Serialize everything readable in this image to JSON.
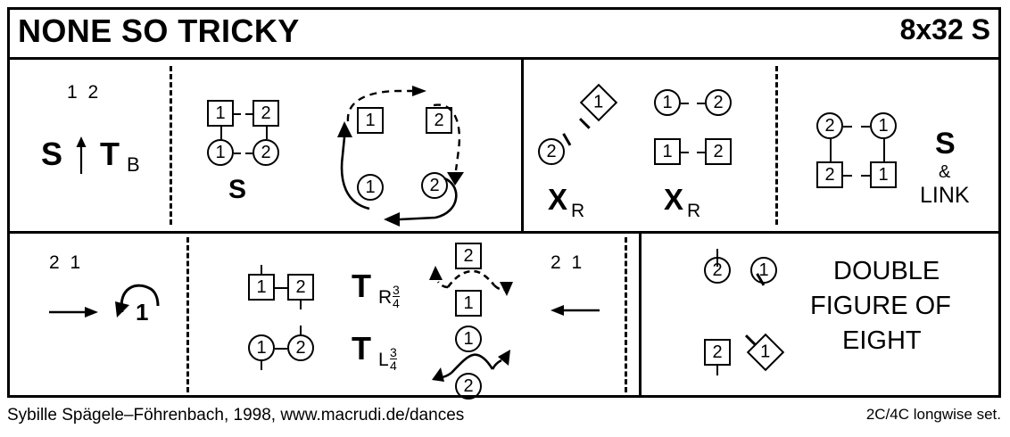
{
  "header": {
    "title": "NONE SO TRICKY",
    "meter": "8x32 S"
  },
  "footer": {
    "left": "Sybille Spägele–Föhrenbach, 1998, www.macrudi.de/dances",
    "right": "2C/4C longwise set."
  },
  "bars": {
    "row1": {
      "panel1": {
        "positions": "1 2",
        "move_s": "S",
        "move_t": "T",
        "move_t_sub": "B"
      },
      "panel2": {
        "set_label": "S",
        "men": [
          "1",
          "2"
        ],
        "ladies": [
          "1",
          "2"
        ],
        "reel_men": [
          "1",
          "2"
        ],
        "reel_ladies": [
          "1",
          "2"
        ]
      },
      "panel3": {
        "left_group": {
          "diamond": "1",
          "circle": "2",
          "label": "X",
          "label_sub": "R"
        },
        "right_group": {
          "ladies": [
            "1",
            "2"
          ],
          "men": [
            "1",
            "2"
          ],
          "label": "X",
          "label_sub": "R"
        }
      },
      "panel4": {
        "ladies": [
          "2",
          "1"
        ],
        "men": [
          "2",
          "1"
        ],
        "line1": "S",
        "line2": "&",
        "line3": "LINK"
      }
    },
    "row2": {
      "panel1": {
        "positions": "2 1",
        "turn_label": "1"
      },
      "panel2": {
        "men": [
          "1",
          "2"
        ],
        "ladies": [
          "1",
          "2"
        ],
        "turn_right": {
          "letter": "T",
          "hand": "R",
          "num": "3",
          "den": "4"
        },
        "turn_left": {
          "letter": "T",
          "hand": "L",
          "num": "3",
          "den": "4"
        },
        "fig_men": [
          "2",
          "1"
        ],
        "fig_ladies": [
          "1",
          "2"
        ],
        "positions_right": "2 1"
      },
      "panel3": {
        "ladies": [
          "2",
          "1"
        ],
        "men": [
          "2",
          "1"
        ],
        "line1": "DOUBLE",
        "line2": "FIGURE OF",
        "line3": "EIGHT"
      }
    }
  },
  "colors": {
    "ink": "#000000",
    "paper": "#ffffff"
  }
}
